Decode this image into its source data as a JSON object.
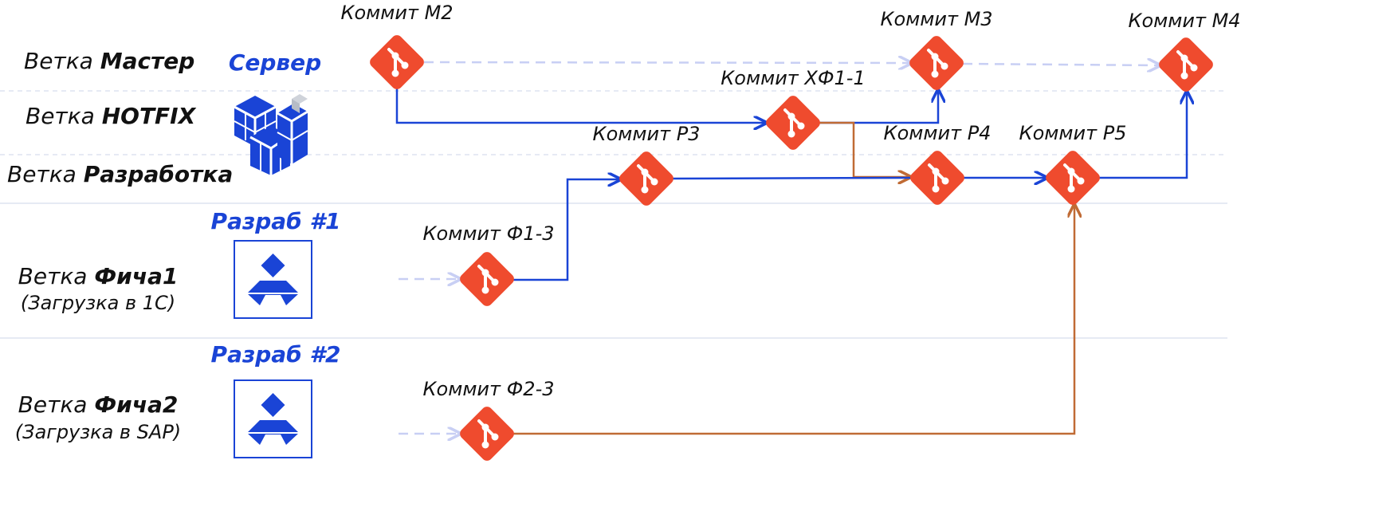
{
  "branches": {
    "master": {
      "prefix": "Ветка ",
      "name": "Мастер"
    },
    "hotfix": {
      "prefix": "Ветка ",
      "name": "HOTFIX"
    },
    "develop": {
      "prefix": "Ветка ",
      "name": "Разработка"
    },
    "feature1": {
      "prefix": "Ветка ",
      "name": "Фича1",
      "subtitle": "(Загрузка в 1С)"
    },
    "feature2": {
      "prefix": "Ветка ",
      "name": "Фича2",
      "subtitle": "(Загрузка в SAP)"
    }
  },
  "actors": {
    "server": "Сервер",
    "dev1": "Разраб #1",
    "dev2": "Разраб #2"
  },
  "commits": {
    "m2": "Коммит М2",
    "m3": "Коммит М3",
    "m4": "Коммит М4",
    "hf1": "Коммит ХФ1-1",
    "p3": "Коммит Р3",
    "p4": "Коммит Р4",
    "p5": "Коммит Р5",
    "f1": "Коммит Ф1-3",
    "f2": "Коммит Ф2-3"
  },
  "icons": {
    "commit": "git-icon",
    "server": "server-cube-icon",
    "developer": "developer-icon"
  },
  "colors": {
    "commit": "#ef4b2e",
    "primary_line": "#1a44d6",
    "merge_line": "#c06b35",
    "planned_line": "#c8cff4",
    "lane_separator": "#dde3f0",
    "actor_text": "#1a44d6"
  }
}
